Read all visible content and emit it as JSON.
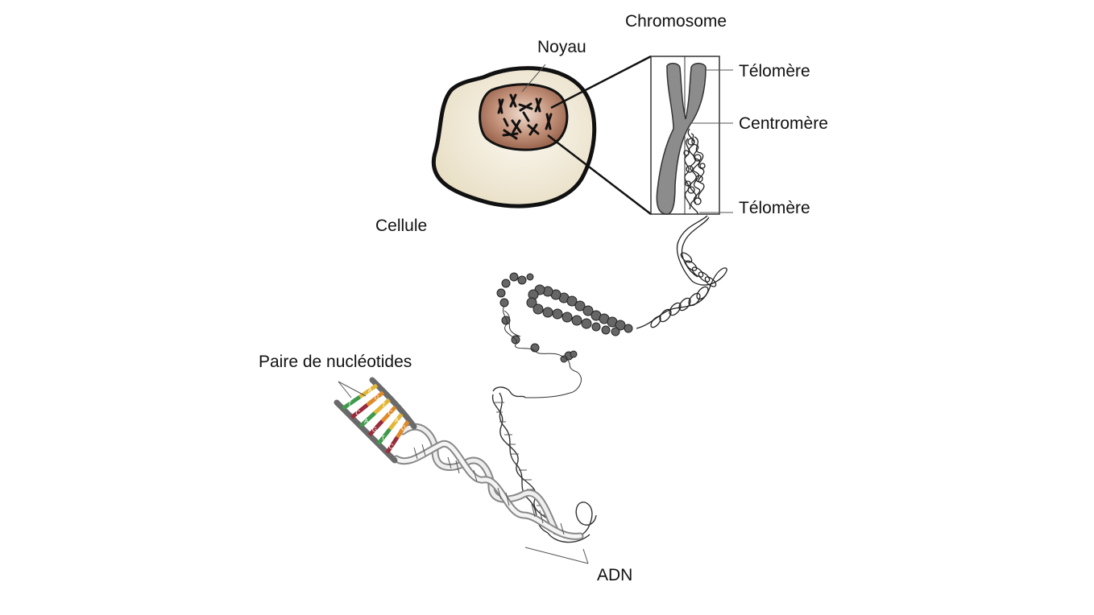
{
  "labels": {
    "chromosome": "Chromosome",
    "noyau": "Noyau",
    "telomere_top": "Télomère",
    "centromere": "Centromère",
    "telomere_bottom": "Télomère",
    "cellule": "Cellule",
    "paire_nucleotides": "Paire de nucléotides",
    "adn": "ADN"
  },
  "bases": [
    "T",
    "A",
    "C",
    "G",
    "A",
    "T",
    "G",
    "C",
    "T",
    "A",
    "C",
    "G"
  ],
  "colors": {
    "cell_fill": "#f1ead8",
    "cell_stroke": "#111111",
    "nucleus_fill": "#a8735a",
    "nucleus_light": "#d9b8a3",
    "chromosome_gray": "#8c8c8c",
    "base_green": "#3e9a4a",
    "base_yellow": "#e2b533",
    "base_red": "#9a2b3a",
    "base_orange": "#e08a2a",
    "strand_gray": "#6a6a6a"
  }
}
